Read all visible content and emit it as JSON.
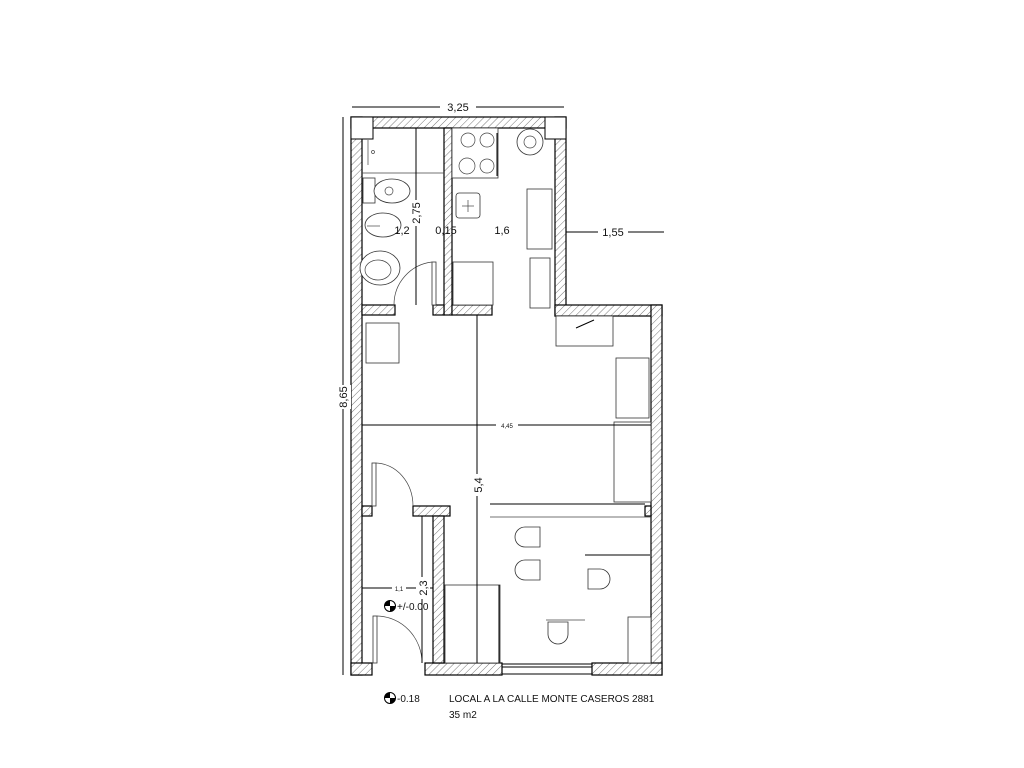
{
  "plan": {
    "dimensions": {
      "total_width": "3,25",
      "total_length": "8,65",
      "bath_length": "2,75",
      "bath_width": "1,2",
      "partition": "0,15",
      "kitchen_width": "1,6",
      "extension": "1,55",
      "room_width": "4,45",
      "room_length": "5,4",
      "vestibule_length": "2,3",
      "vestibule_width": "1,1"
    },
    "levels": {
      "interior": "+/-0.00",
      "street": "-0.18"
    },
    "title": "LOCAL A LA CALLE MONTE CASEROS 2881",
    "area": "35 m2"
  }
}
